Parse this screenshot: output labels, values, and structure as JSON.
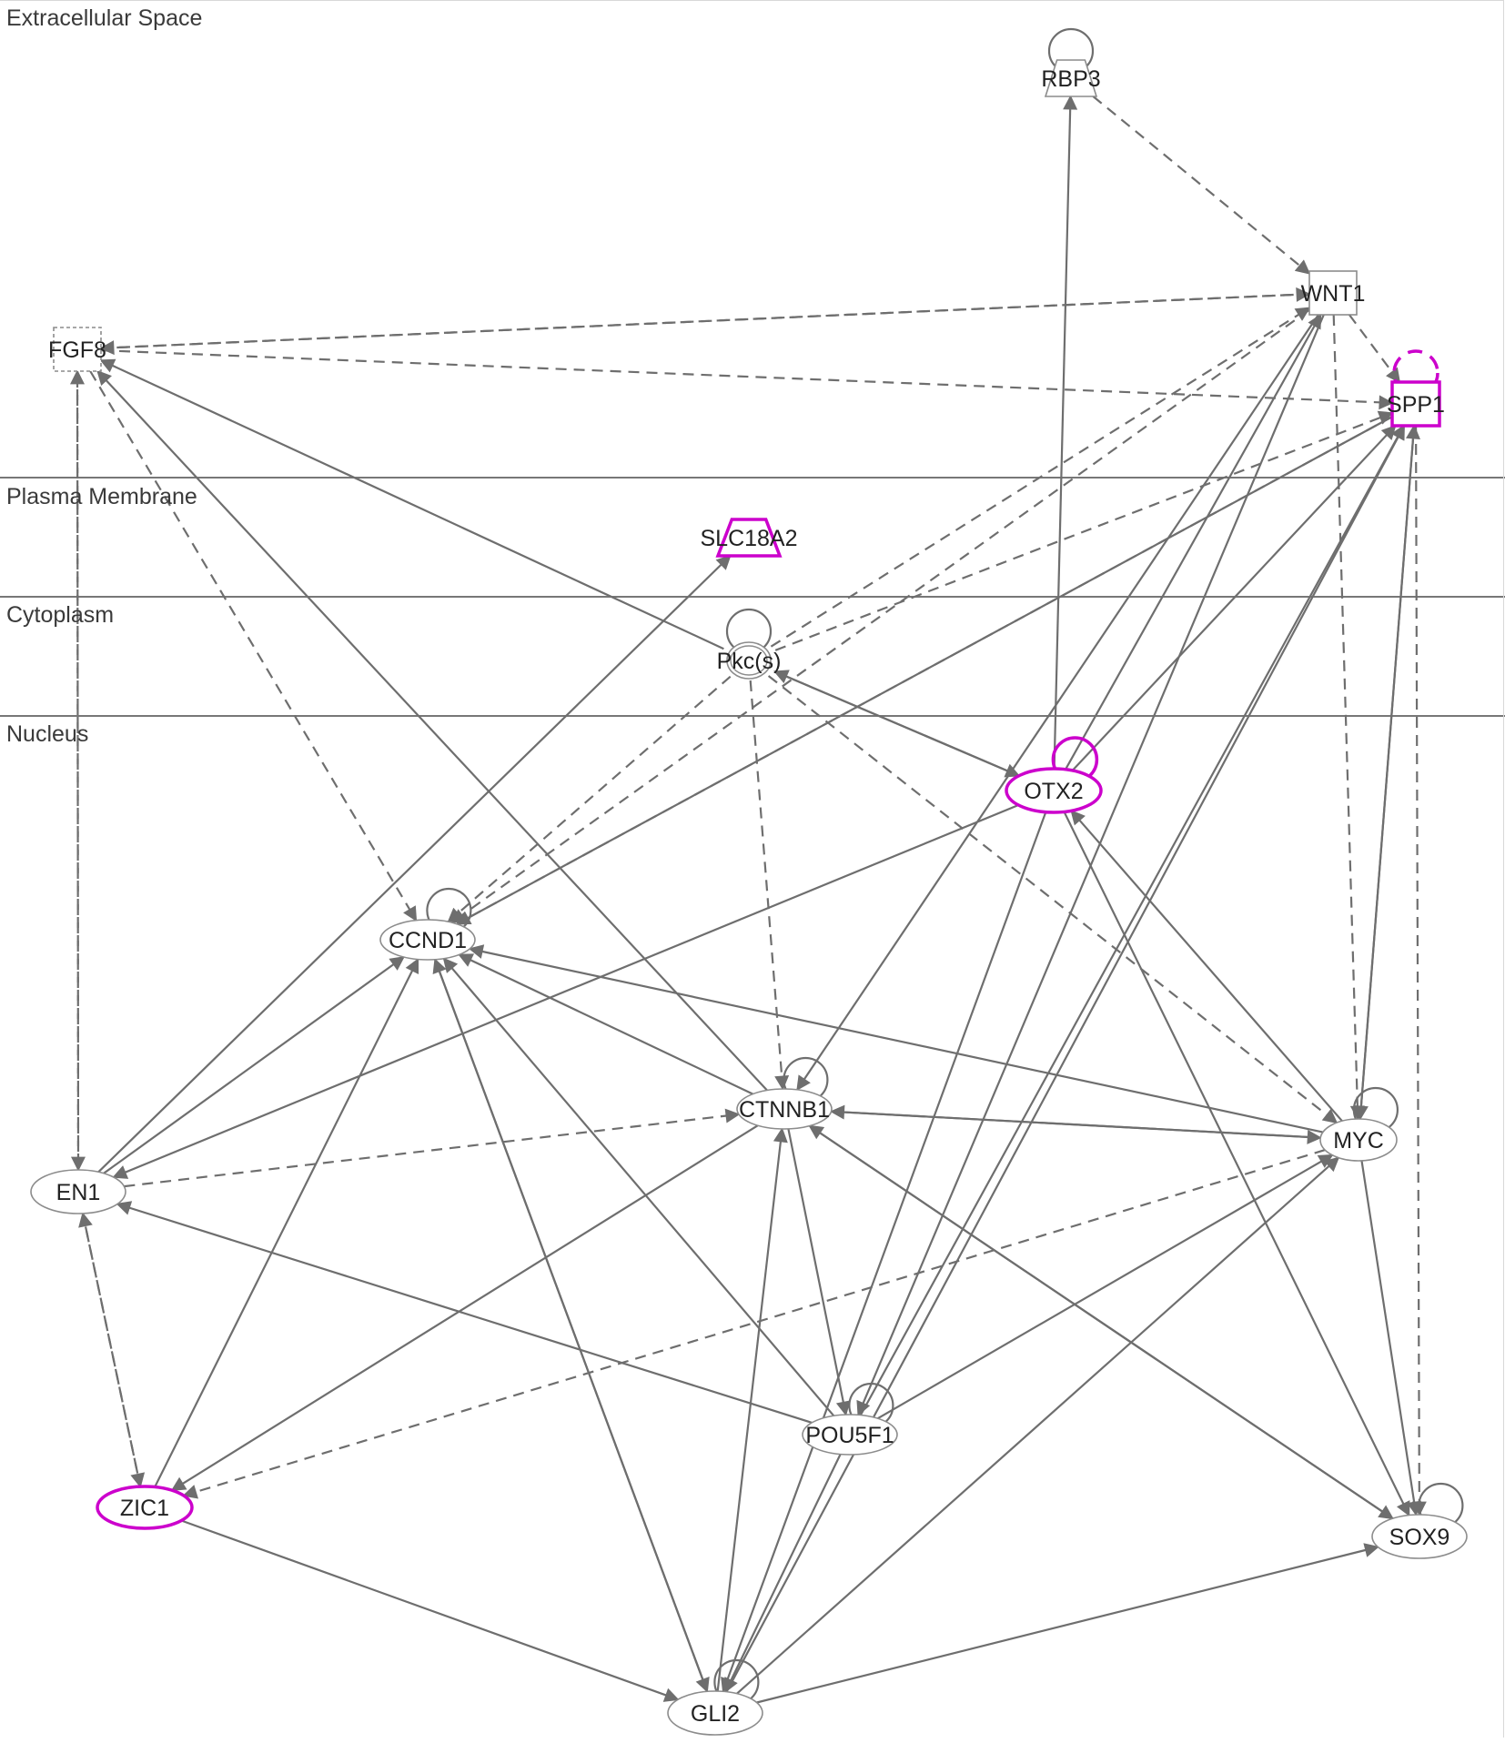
{
  "layers": [
    {
      "id": "extracellular",
      "label": "Extracellular Space"
    },
    {
      "id": "plasma",
      "label": "Plasma Membrane"
    },
    {
      "id": "cytoplasm",
      "label": "Cytoplasm"
    },
    {
      "id": "nucleus",
      "label": "Nucleus"
    }
  ],
  "colors": {
    "edge": "#6e6e6e",
    "highlight": "#cc00cc",
    "node_border": "#8c8c8c",
    "text": "#222222"
  },
  "nodes": [
    {
      "id": "RBP3",
      "label": "RBP3",
      "shape": "trapezoid",
      "highlight": false,
      "self_loop": "solid"
    },
    {
      "id": "WNT1",
      "label": "WNT1",
      "shape": "square",
      "highlight": false
    },
    {
      "id": "FGF8",
      "label": "FGF8",
      "shape": "square-dashed",
      "highlight": false
    },
    {
      "id": "SPP1",
      "label": "SPP1",
      "shape": "square",
      "highlight": true,
      "self_loop": "dashed"
    },
    {
      "id": "SLC18A2",
      "label": "SLC18A2",
      "shape": "trapezoid",
      "highlight": true
    },
    {
      "id": "Pkc",
      "label": "Pkc(s)",
      "shape": "double-circle",
      "highlight": false,
      "self_loop": "solid"
    },
    {
      "id": "OTX2",
      "label": "OTX2",
      "shape": "ellipse",
      "highlight": true,
      "self_loop": "solid"
    },
    {
      "id": "CCND1",
      "label": "CCND1",
      "shape": "ellipse",
      "highlight": false,
      "self_loop": "solid"
    },
    {
      "id": "CTNNB1",
      "label": "CTNNB1",
      "shape": "ellipse",
      "highlight": false,
      "self_loop": "solid"
    },
    {
      "id": "MYC",
      "label": "MYC",
      "shape": "ellipse",
      "highlight": false,
      "self_loop": "solid"
    },
    {
      "id": "EN1",
      "label": "EN1",
      "shape": "ellipse",
      "highlight": false
    },
    {
      "id": "POU5F1",
      "label": "POU5F1",
      "shape": "ellipse",
      "highlight": false,
      "self_loop": "solid"
    },
    {
      "id": "ZIC1",
      "label": "ZIC1",
      "shape": "ellipse",
      "highlight": true
    },
    {
      "id": "SOX9",
      "label": "SOX9",
      "shape": "ellipse",
      "highlight": false,
      "self_loop": "solid"
    },
    {
      "id": "GLI2",
      "label": "GLI2",
      "shape": "ellipse",
      "highlight": false,
      "self_loop": "solid"
    }
  ],
  "edges": [
    {
      "from": "RBP3",
      "to": "WNT1",
      "dashed": true
    },
    {
      "from": "OTX2",
      "to": "RBP3",
      "dashed": false
    },
    {
      "from": "WNT1",
      "to": "FGF8",
      "dashed": true
    },
    {
      "from": "FGF8",
      "to": "WNT1",
      "dashed": true
    },
    {
      "from": "FGF8",
      "to": "SPP1",
      "dashed": true
    },
    {
      "from": "WNT1",
      "to": "SPP1",
      "dashed": true
    },
    {
      "from": "WNT1",
      "to": "MYC",
      "dashed": true
    },
    {
      "from": "FGF8",
      "to": "EN1",
      "dashed": true
    },
    {
      "from": "FGF8",
      "to": "CCND1",
      "dashed": true
    },
    {
      "from": "Pkc",
      "to": "FGF8",
      "dashed": false
    },
    {
      "from": "CTNNB1",
      "to": "FGF8",
      "dashed": false
    },
    {
      "from": "EN1",
      "to": "FGF8",
      "dashed": true
    },
    {
      "from": "Pkc",
      "to": "SPP1",
      "dashed": true
    },
    {
      "from": "Pkc",
      "to": "WNT1",
      "dashed": true
    },
    {
      "from": "Pkc",
      "to": "OTX2",
      "dashed": false
    },
    {
      "from": "OTX2",
      "to": "Pkc",
      "dashed": false
    },
    {
      "from": "Pkc",
      "to": "CCND1",
      "dashed": true
    },
    {
      "from": "Pkc",
      "to": "CTNNB1",
      "dashed": true
    },
    {
      "from": "Pkc",
      "to": "MYC",
      "dashed": true
    },
    {
      "from": "EN1",
      "to": "SLC18A2",
      "dashed": false
    },
    {
      "from": "OTX2",
      "to": "WNT1",
      "dashed": false
    },
    {
      "from": "OTX2",
      "to": "SPP1",
      "dashed": false
    },
    {
      "from": "OTX2",
      "to": "EN1",
      "dashed": false
    },
    {
      "from": "OTX2",
      "to": "SOX9",
      "dashed": false
    },
    {
      "from": "OTX2",
      "to": "GLI2",
      "dashed": false
    },
    {
      "from": "MYC",
      "to": "OTX2",
      "dashed": false
    },
    {
      "from": "WNT1",
      "to": "CCND1",
      "dashed": true
    },
    {
      "from": "SPP1",
      "to": "CCND1",
      "dashed": true
    },
    {
      "from": "EN1",
      "to": "CCND1",
      "dashed": false
    },
    {
      "from": "EN1",
      "to": "CTNNB1",
      "dashed": true
    },
    {
      "from": "EN1",
      "to": "ZIC1",
      "dashed": true
    },
    {
      "from": "ZIC1",
      "to": "EN1",
      "dashed": true
    },
    {
      "from": "CTNNB1",
      "to": "CCND1",
      "dashed": false
    },
    {
      "from": "MYC",
      "to": "CCND1",
      "dashed": false
    },
    {
      "from": "GLI2",
      "to": "CCND1",
      "dashed": false
    },
    {
      "from": "ZIC1",
      "to": "CCND1",
      "dashed": false
    },
    {
      "from": "POU5F1",
      "to": "CCND1",
      "dashed": false
    },
    {
      "from": "CCND1",
      "to": "GLI2",
      "dashed": false
    },
    {
      "from": "WNT1",
      "to": "CTNNB1",
      "dashed": false
    },
    {
      "from": "SPP1",
      "to": "CCND1",
      "dashed": false
    },
    {
      "from": "MYC",
      "to": "CTNNB1",
      "dashed": false
    },
    {
      "from": "CTNNB1",
      "to": "MYC",
      "dashed": false
    },
    {
      "from": "CTNNB1",
      "to": "ZIC1",
      "dashed": false
    },
    {
      "from": "CTNNB1",
      "to": "POU5F1",
      "dashed": false
    },
    {
      "from": "GLI2",
      "to": "CTNNB1",
      "dashed": false
    },
    {
      "from": "SOX9",
      "to": "CTNNB1",
      "dashed": false
    },
    {
      "from": "MYC",
      "to": "ZIC1",
      "dashed": true
    },
    {
      "from": "WNT1",
      "to": "POU5F1",
      "dashed": false
    },
    {
      "from": "POU5F1",
      "to": "SPP1",
      "dashed": false
    },
    {
      "from": "GLI2",
      "to": "SPP1",
      "dashed": false
    },
    {
      "from": "SPP1",
      "to": "MYC",
      "dashed": false
    },
    {
      "from": "SPP1",
      "to": "SOX9",
      "dashed": true
    },
    {
      "from": "MYC",
      "to": "SPP1",
      "dashed": false
    },
    {
      "from": "POU5F1",
      "to": "EN1",
      "dashed": false
    },
    {
      "from": "POU5F1",
      "to": "MYC",
      "dashed": false
    },
    {
      "from": "GLI2",
      "to": "MYC",
      "dashed": false
    },
    {
      "from": "MYC",
      "to": "SOX9",
      "dashed": false
    },
    {
      "from": "POU5F1",
      "to": "GLI2",
      "dashed": false
    },
    {
      "from": "ZIC1",
      "to": "GLI2",
      "dashed": false
    },
    {
      "from": "GLI2",
      "to": "SOX9",
      "dashed": false
    },
    {
      "from": "CTNNB1",
      "to": "SOX9",
      "dashed": false
    }
  ]
}
